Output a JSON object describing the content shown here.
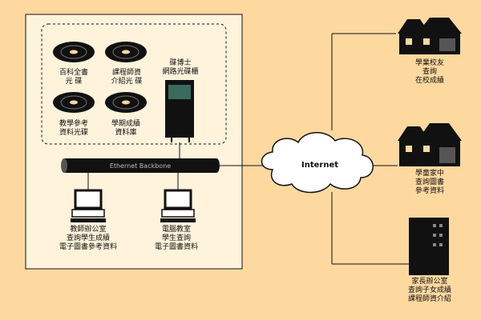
{
  "diagram": {
    "colors": {
      "background": "#fdd9a0",
      "line": "#111111",
      "box_fill": "#fff3dc"
    },
    "campus": {
      "discs": [
        {
          "label": "百科全書\n光 碟"
        },
        {
          "label": "課程師資\n介紹光 碟"
        },
        {
          "label": "教學參考\n資料光碟"
        },
        {
          "label": "學期成績\n資料庫"
        }
      ],
      "server_label": "碟博士\n網路光碟櫃",
      "backbone_label": "Ethernet Backbone",
      "workstations": [
        {
          "label": "教師辦公室\n查詢學生成績\n電子圖書參考資料"
        },
        {
          "label": "電腦教室\n學生查詢\n電子圖書資料"
        }
      ]
    },
    "internet_label": "Internet",
    "remote_sites": [
      {
        "label": "學業校友\n查詢\n在校成績",
        "icon": "house-icon"
      },
      {
        "label": "學童家中\n查詢圖書\n參考資料",
        "icon": "house-icon"
      },
      {
        "label": "家長辦公室\n查詢子女成績\n課程師資介紹",
        "icon": "office-building-icon"
      }
    ]
  }
}
